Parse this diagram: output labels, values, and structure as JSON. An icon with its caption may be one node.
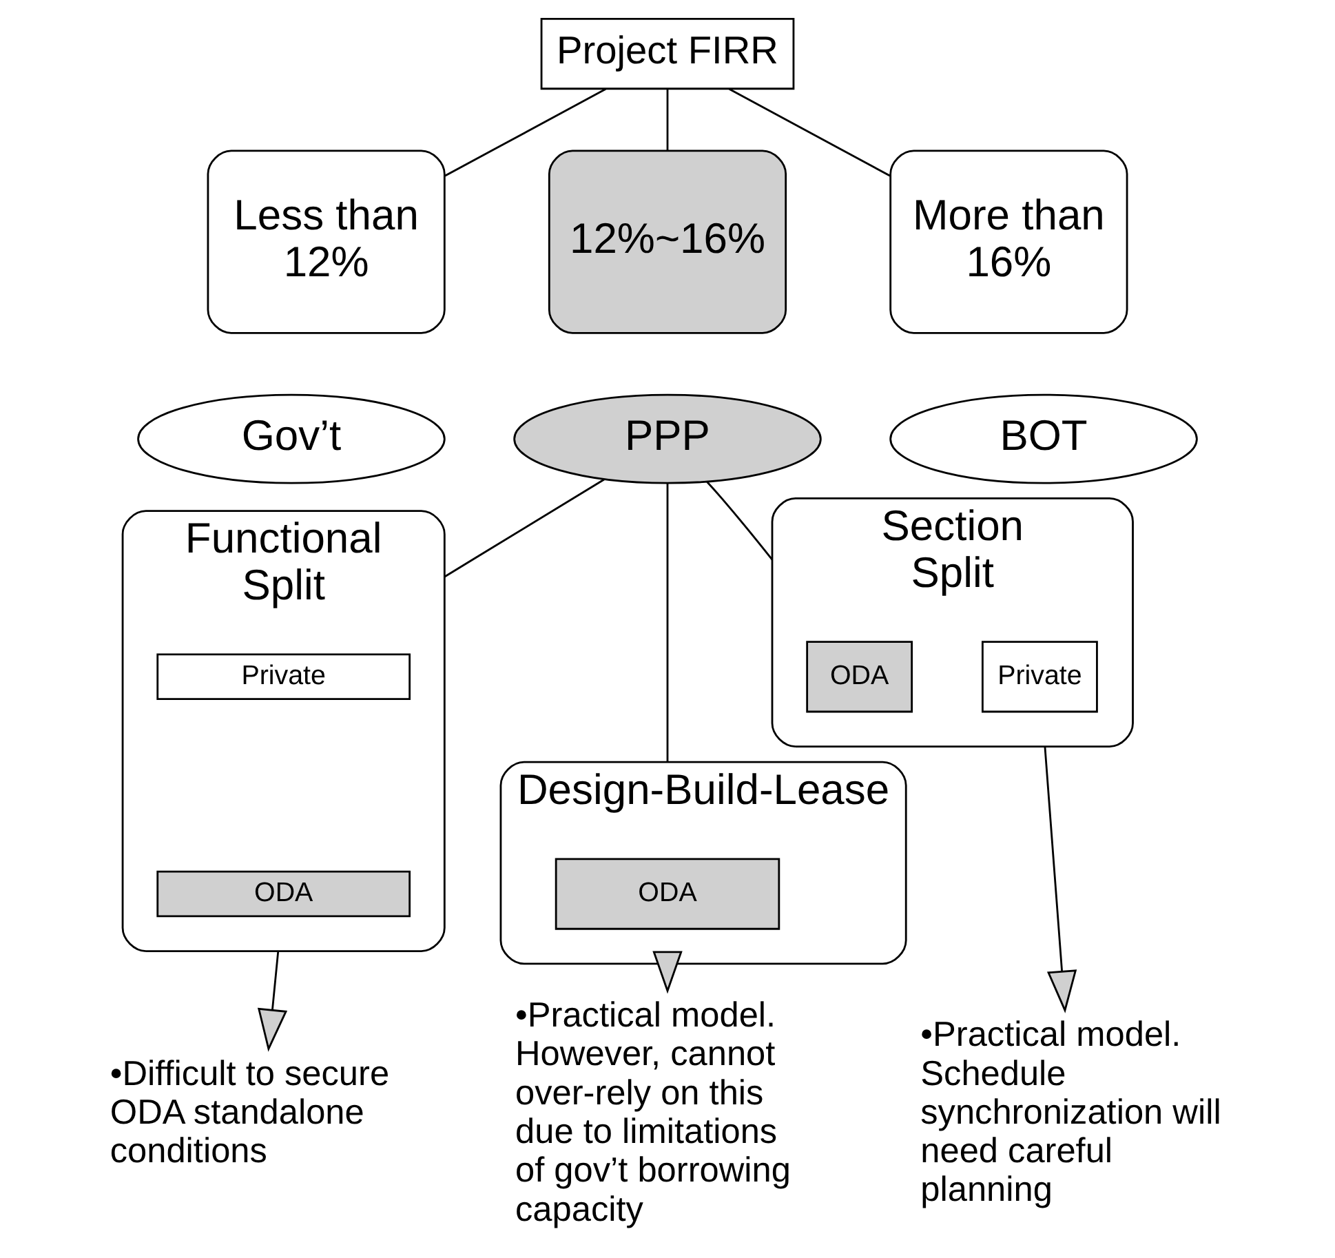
{
  "diagram": {
    "nodes": [
      {
        "text": [
          "Project FIRR"
        ]
      },
      {
        "text": [
          "Less than 12%"
        ]
      },
      {
        "text": [
          "12%~16%"
        ]
      },
      {
        "text": [
          "More than 16%"
        ]
      },
      {
        "text": [
          "Gov’t"
        ]
      },
      {
        "text": [
          "PPP"
        ]
      },
      {
        "text": [
          "BOT"
        ]
      },
      {
        "text": [
          "Design-Build-Lease"
        ]
      },
      {
        "text": [
          "ODA"
        ],
        "in": 7
      },
      {
        "text": [
          "Functional Split"
        ]
      },
      {
        "text": [
          "Private"
        ],
        "in": 9
      },
      {
        "text": [
          "ODA"
        ],
        "in": 9
      },
      {
        "text": [
          "Section Split"
        ]
      },
      {
        "text": [
          "ODA"
        ],
        "in": 12
      },
      {
        "text": [
          "Private"
        ],
        "in": 12
      },
      {
        "text": [
          "•Practical model. However, cannot over-rely on this due to limitations of gov’t borrowing capacity"
        ]
      },
      {
        "text": [
          "•Difficult to secure ODA standalone conditions"
        ]
      },
      {
        "text": [
          "•Practical model. Schedule synchronization will need careful planning"
        ]
      }
    ],
    "edges": [
      {
        "from": 0,
        "to": 1,
        "arrow": "none"
      },
      {
        "from": 0,
        "to": 2,
        "arrow": "none"
      },
      {
        "from": 0,
        "to": 3,
        "arrow": "none"
      },
      {
        "from": 5,
        "to": 7,
        "arrow": "none"
      },
      {
        "from": 5,
        "to": 9,
        "arrow": "none"
      },
      {
        "from": 5,
        "to": 12,
        "arrow": "none"
      },
      {
        "from": 7,
        "to": 15,
        "arrow": "to"
      },
      {
        "from": 9,
        "to": 16,
        "arrow": "to"
      },
      {
        "from": 12,
        "to": 17,
        "arrow": "to"
      }
    ]
  }
}
